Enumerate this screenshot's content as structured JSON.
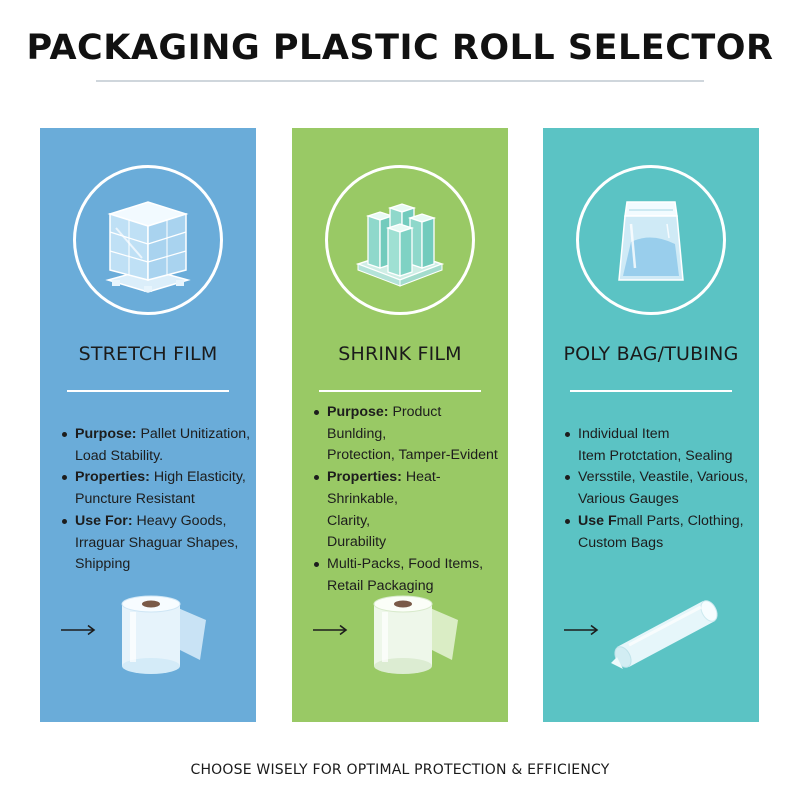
{
  "title": "PACKAGING PLASTIC ROLL SELECTOR",
  "footer": "CHOOSE WISELY FOR OPTIMAL PROTECTION & EFFICIENCY",
  "colors": {
    "stretch": "#6aacd9",
    "shrink": "#99c965",
    "poly": "#5bc3c4"
  },
  "panels": [
    {
      "heading": "STRETCH FILM",
      "icon": "wrapped-pallet-icon",
      "bullets": [
        {
          "label": "Purpose:",
          "lines": [
            " Pallet Unitization,",
            "Load Stability."
          ]
        },
        {
          "label": "Properties:",
          "lines": [
            " High Elasticity,",
            "Puncture Resistant"
          ]
        },
        {
          "label": "Use For:",
          "lines": [
            " Heavy Goods,",
            "Irraguar Shaguar Shapes,",
            "Shipping"
          ]
        }
      ]
    },
    {
      "heading": "SHRINK FILM",
      "icon": "bundled-boxes-icon",
      "bullets": [
        {
          "label": "Purpose:",
          "lines": [
            " Product Bunlding,",
            "Protection, Tamper-Evident"
          ]
        },
        {
          "label": "Properties:",
          "lines": [
            " Heat-Shrinkable,",
            "Clarity,",
            "Durability"
          ]
        },
        {
          "label": "",
          "lines": [
            "Multi-Packs, Food Items,",
            "Retail Packaging"
          ]
        }
      ]
    },
    {
      "heading": "POLY BAG/TUBING",
      "icon": "poly-bag-icon",
      "bullets": [
        {
          "label": "",
          "lines": [
            "Individual Item",
            "Item Protctation, Sealing"
          ]
        },
        {
          "label": "",
          "lines": [
            "Versstile, Veastile, Various,",
            "Various Gauges"
          ]
        },
        {
          "label": "Use F",
          "lines": [
            "mall Parts, Clothing,",
            "Custom Bags"
          ]
        }
      ]
    }
  ]
}
